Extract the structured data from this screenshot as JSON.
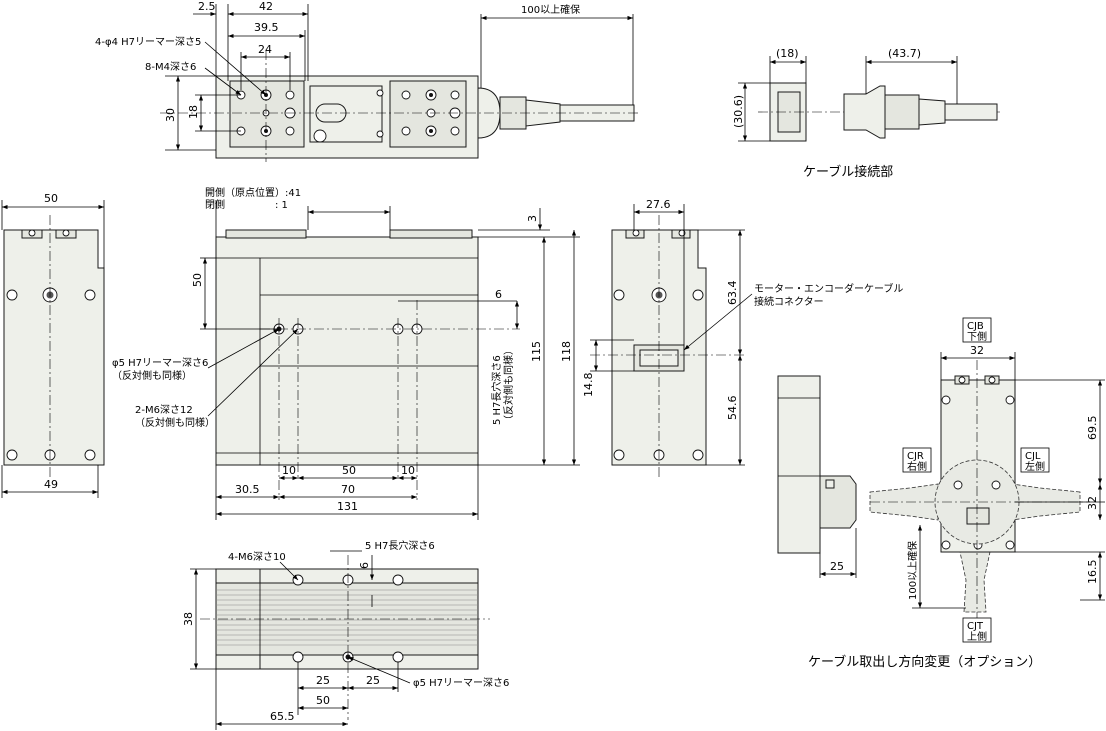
{
  "top_view": {
    "dims": {
      "d2_5": "2.5",
      "d42": "42",
      "d39_5": "39.5",
      "d24": "24",
      "d100": "100以上確保",
      "d30": "30",
      "d18": "18"
    },
    "notes": {
      "reamer": "4-φ4 H7リーマー深さ5",
      "m4": "8-M4深さ6"
    }
  },
  "connector_view": {
    "dims": {
      "d18": "(18)",
      "d43_7": "(43.7)",
      "d30_6": "(30.6)"
    },
    "caption": "ケーブル接続部"
  },
  "left_view": {
    "dims": {
      "d50": "50",
      "d49": "49"
    }
  },
  "front_view": {
    "stroke_labels": {
      "open": "開側（原点位置）:41",
      "closed": "閉側　　　　　: 1"
    },
    "dims": {
      "d50": "50",
      "d3": "3",
      "d6": "6",
      "d115": "115",
      "d118": "118",
      "d10a": "10",
      "d50b": "50",
      "d10b": "10",
      "d30_5": "30.5",
      "d70": "70",
      "d131": "131"
    },
    "notes": {
      "reamer_a": "φ5 H7リーマー深さ6",
      "reamer_b": "（反対側も同様）",
      "m6_a": "2-M6深さ12",
      "m6_b": "（反対側も同様）",
      "slot_a": "5 H7長穴深さ6",
      "slot_b": "（反対側も同様）"
    }
  },
  "side_view": {
    "dims": {
      "d27_6": "27.6",
      "d63_4": "63.4",
      "d14_8": "14.8",
      "d54_6": "54.6"
    },
    "notes": {
      "motor_a": "モーター・エンコーダーケーブル",
      "motor_b": "接続コネクター"
    }
  },
  "bottom_view": {
    "dims": {
      "d38": "38",
      "d6": "6",
      "d25a": "25",
      "d25b": "25",
      "d50": "50",
      "d65_5": "65.5"
    },
    "notes": {
      "m6": "4-M6深さ10",
      "slot": "5 H7長穴深さ6",
      "reamer": "φ5 H7リーマー深さ6"
    }
  },
  "cable_options": {
    "dims": {
      "d25": "25",
      "d32a": "32",
      "d69_5": "69.5",
      "d32b": "32",
      "d16_5": "16.5",
      "d100": "100以上確保"
    },
    "labels": {
      "cjb_a": "CJB",
      "cjb_b": "下側",
      "cjr_a": "CJR",
      "cjr_b": "右側",
      "cjl_a": "CJL",
      "cjl_b": "左側",
      "cjt_a": "CJT",
      "cjt_b": "上側"
    },
    "caption": "ケーブル取出し方向変更（オプション）"
  }
}
